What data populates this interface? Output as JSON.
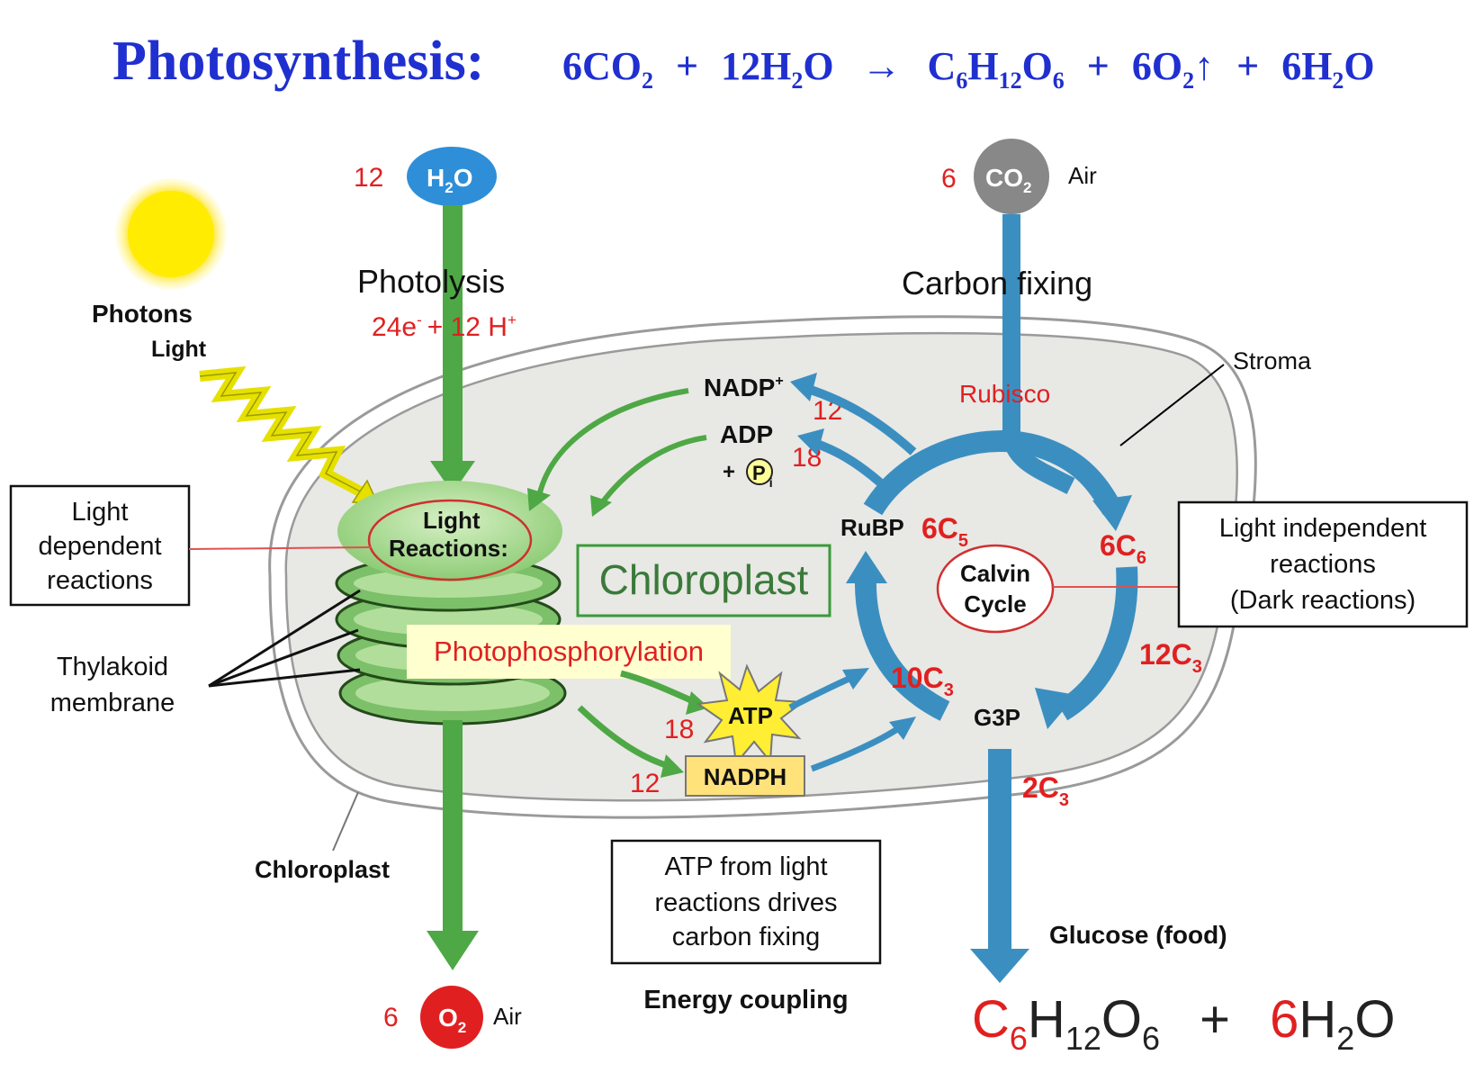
{
  "title": {
    "main": "Photosynthesis:",
    "eq": {
      "t1": "6CO",
      "t1sub": "2",
      "plus1": "+",
      "t2": "12H",
      "t2sub": "2",
      "t2b": "O",
      "arrow": "→",
      "t3a": "C",
      "t3s1": "6",
      "t3b": "H",
      "t3s2": "12",
      "t3c": "O",
      "t3s3": "6",
      "plus2": "+",
      "t4": "6O",
      "t4sub": "2",
      "t4up": "↑",
      "plus3": "+",
      "t5": "6H",
      "t5sub": "2",
      "t5b": "O"
    }
  },
  "inputs": {
    "h2o_count": "12",
    "h2o_main": "H",
    "h2o_sub": "2",
    "h2o_end": "O",
    "co2_count": "6",
    "co2_main": "CO",
    "co2_sub": "2",
    "co2_air": "Air",
    "o2_count": "6",
    "o2_main": "O",
    "o2_sub": "2",
    "o2_air": "Air"
  },
  "labels": {
    "photolysis": "Photolysis",
    "electrons": "24e",
    "electrons_sup": "-",
    "protons": "+ 12 H",
    "protons_sup": "+",
    "carbon_fixing": "Carbon fixing",
    "rubisco": "Rubisco",
    "stroma": "Stroma",
    "photons": "Photons",
    "light": "Light",
    "light_reactions_1": "Light",
    "light_reactions_2": "Reactions:",
    "chloroplast_box": "Chloroplast",
    "photophosphorylation": "Photophosphorylation",
    "thylakoid_1": "Thylakoid",
    "thylakoid_2": "membrane",
    "chloroplast_label": "Chloroplast",
    "nadp": "NADP",
    "nadp_sup": "+",
    "nadp_count": "12",
    "adp": "ADP",
    "pi_plus": "+",
    "pi": "P",
    "pi_sub": "i",
    "adp_count": "18",
    "rubp": "RuBP",
    "c5": "6C",
    "c5_sub": "5",
    "c6": "6C",
    "c6_sub": "6",
    "calvin_1": "Calvin",
    "calvin_2": "Cycle",
    "c3_12": "12C",
    "c3_12_sub": "3",
    "c3_10": "10C",
    "c3_10_sub": "3",
    "g3p": "G3P",
    "c3_2": "2C",
    "c3_2_sub": "3",
    "atp": "ATP",
    "atp_count": "18",
    "nadph": "NADPH",
    "nadph_count": "12",
    "glucose": "Glucose (food)",
    "energy_coupling": "Energy coupling"
  },
  "boxes": {
    "light_dep_1": "Light",
    "light_dep_2": "dependent",
    "light_dep_3": "reactions",
    "light_indep_1": "Light independent",
    "light_indep_2": "reactions",
    "light_indep_3": "(Dark reactions)",
    "atp_note_1": "ATP from light",
    "atp_note_2": "reactions drives",
    "atp_note_3": "carbon fixing"
  },
  "products": {
    "c": "C",
    "c_sub": "6",
    "h": "H",
    "h_sub": "12",
    "o": "O",
    "o_sub": "6",
    "plus": "+",
    "six": "6",
    "h2": "H",
    "h2_sub": "2",
    "o2": "O"
  },
  "colors": {
    "title_blue": "#1f2fd0",
    "arrow_green": "#4ea845",
    "arrow_blue": "#3b8fc0",
    "label_red": "#e02020",
    "stroma_gray": "#e8e8e5",
    "sun_yellow": "#ffe600",
    "atp_star": "#ffee33"
  }
}
